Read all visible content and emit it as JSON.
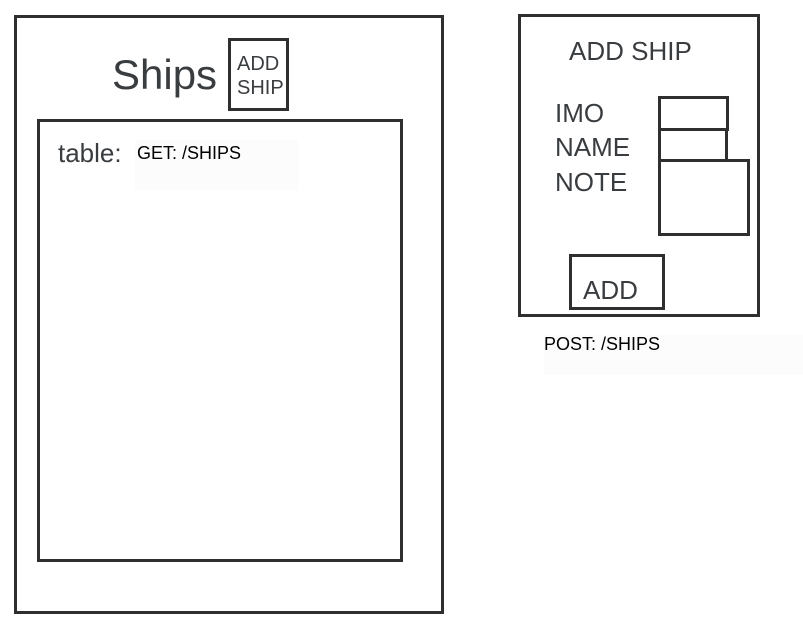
{
  "ships_page": {
    "title": "Ships",
    "add_ship_button": {
      "line1": "ADD",
      "line2": "SHIP"
    },
    "table_label": "table:",
    "table_endpoint": "GET: /SHIPS"
  },
  "add_ship_form": {
    "title": "ADD SHIP",
    "fields": [
      {
        "label": "IMO",
        "value": ""
      },
      {
        "label": "NAME",
        "value": ""
      },
      {
        "label": "NOTE",
        "value": ""
      }
    ],
    "add_button": "ADD",
    "endpoint": "POST: /SHIPS"
  }
}
